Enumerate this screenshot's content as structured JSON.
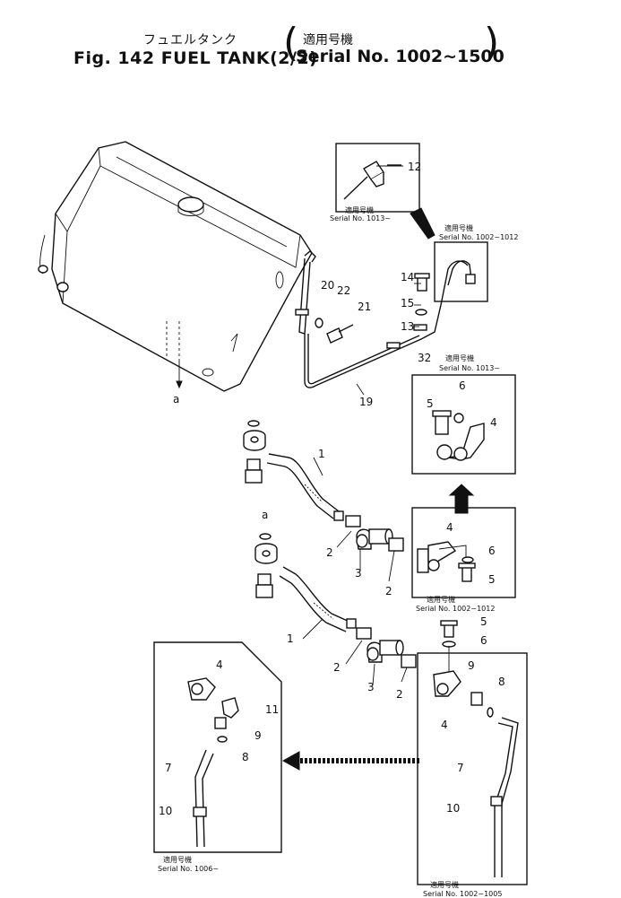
{
  "title": {
    "jp": "フュエルタンク",
    "main": "Fig. 142 FUEL TANK(2/2)",
    "applicable_jp": "適用号機",
    "serial": "Serial No. 1002~1500"
  },
  "callouts": {
    "c1a": "1",
    "c1b": "1",
    "c2a": "2",
    "c2b": "2",
    "c2c": "2",
    "c2d": "2",
    "c3a": "3",
    "c3b": "3",
    "c4a": "4",
    "c4b": "4",
    "c4c": "4",
    "c4d": "4",
    "c5a": "5",
    "c5b": "5",
    "c5c": "5",
    "c6a": "6",
    "c6b": "6",
    "c6c": "6",
    "c7a": "7",
    "c7b": "7",
    "c8a": "8",
    "c8b": "8",
    "c9a": "9",
    "c9b": "9",
    "c10a": "10",
    "c10b": "10",
    "c11": "11",
    "c12": "12",
    "c13": "13",
    "c14": "14",
    "c15": "15",
    "c19": "19",
    "c20": "20",
    "c21": "21",
    "c22": "22",
    "c32": "32",
    "ca1": "a",
    "ca2": "a"
  },
  "captions": {
    "box12_jp": "適用号機",
    "box12_serial": "Serial No. 1013~",
    "boxTR_jp": "適用号機",
    "boxTR_serial": "Serial No. 1002~1012",
    "box32_jp": "適用号機",
    "box32_serial": "Serial No. 1013~",
    "boxM_jp": "適用号機",
    "boxM_serial": "Serial No. 1002~1012",
    "boxL_jp": "適用号機",
    "boxL_serial": "Serial No. 1006~",
    "boxR_jp": "適用号機",
    "boxR_serial": "Serial No. 1002~1005"
  }
}
